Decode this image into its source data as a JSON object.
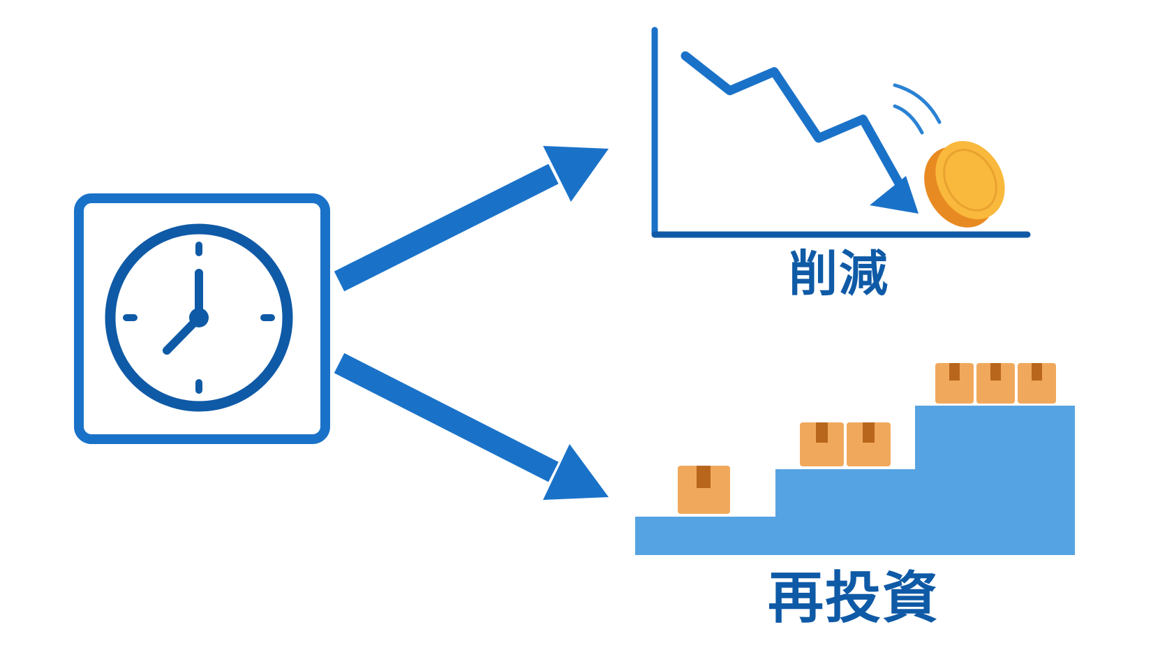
{
  "colors": {
    "primary_blue": "#1a72c8",
    "dark_blue": "#0f5aa6",
    "light_blue": "#56a3e3",
    "coin_face": "#f9b93c",
    "coin_edge": "#e88a22",
    "box": "#f0a95c",
    "box_tape": "#b8661b"
  },
  "icons": {
    "time": "clock-icon",
    "reduce": "declining-chart-icon",
    "money": "coin-icon",
    "reinvest": "staircase-icon",
    "goods": "box-icon"
  },
  "labels": {
    "reduce": "削減",
    "reinvest": "再投資"
  },
  "chart_data": {
    "type": "line",
    "title": "",
    "xlabel": "",
    "ylabel": "",
    "series": [
      {
        "values": [
          5,
          3.9,
          4.5,
          2.4,
          3.0,
          0.5
        ]
      }
    ]
  },
  "staircase": {
    "steps": [
      {
        "boxes": 1
      },
      {
        "boxes": 2
      },
      {
        "boxes": 3
      }
    ]
  }
}
